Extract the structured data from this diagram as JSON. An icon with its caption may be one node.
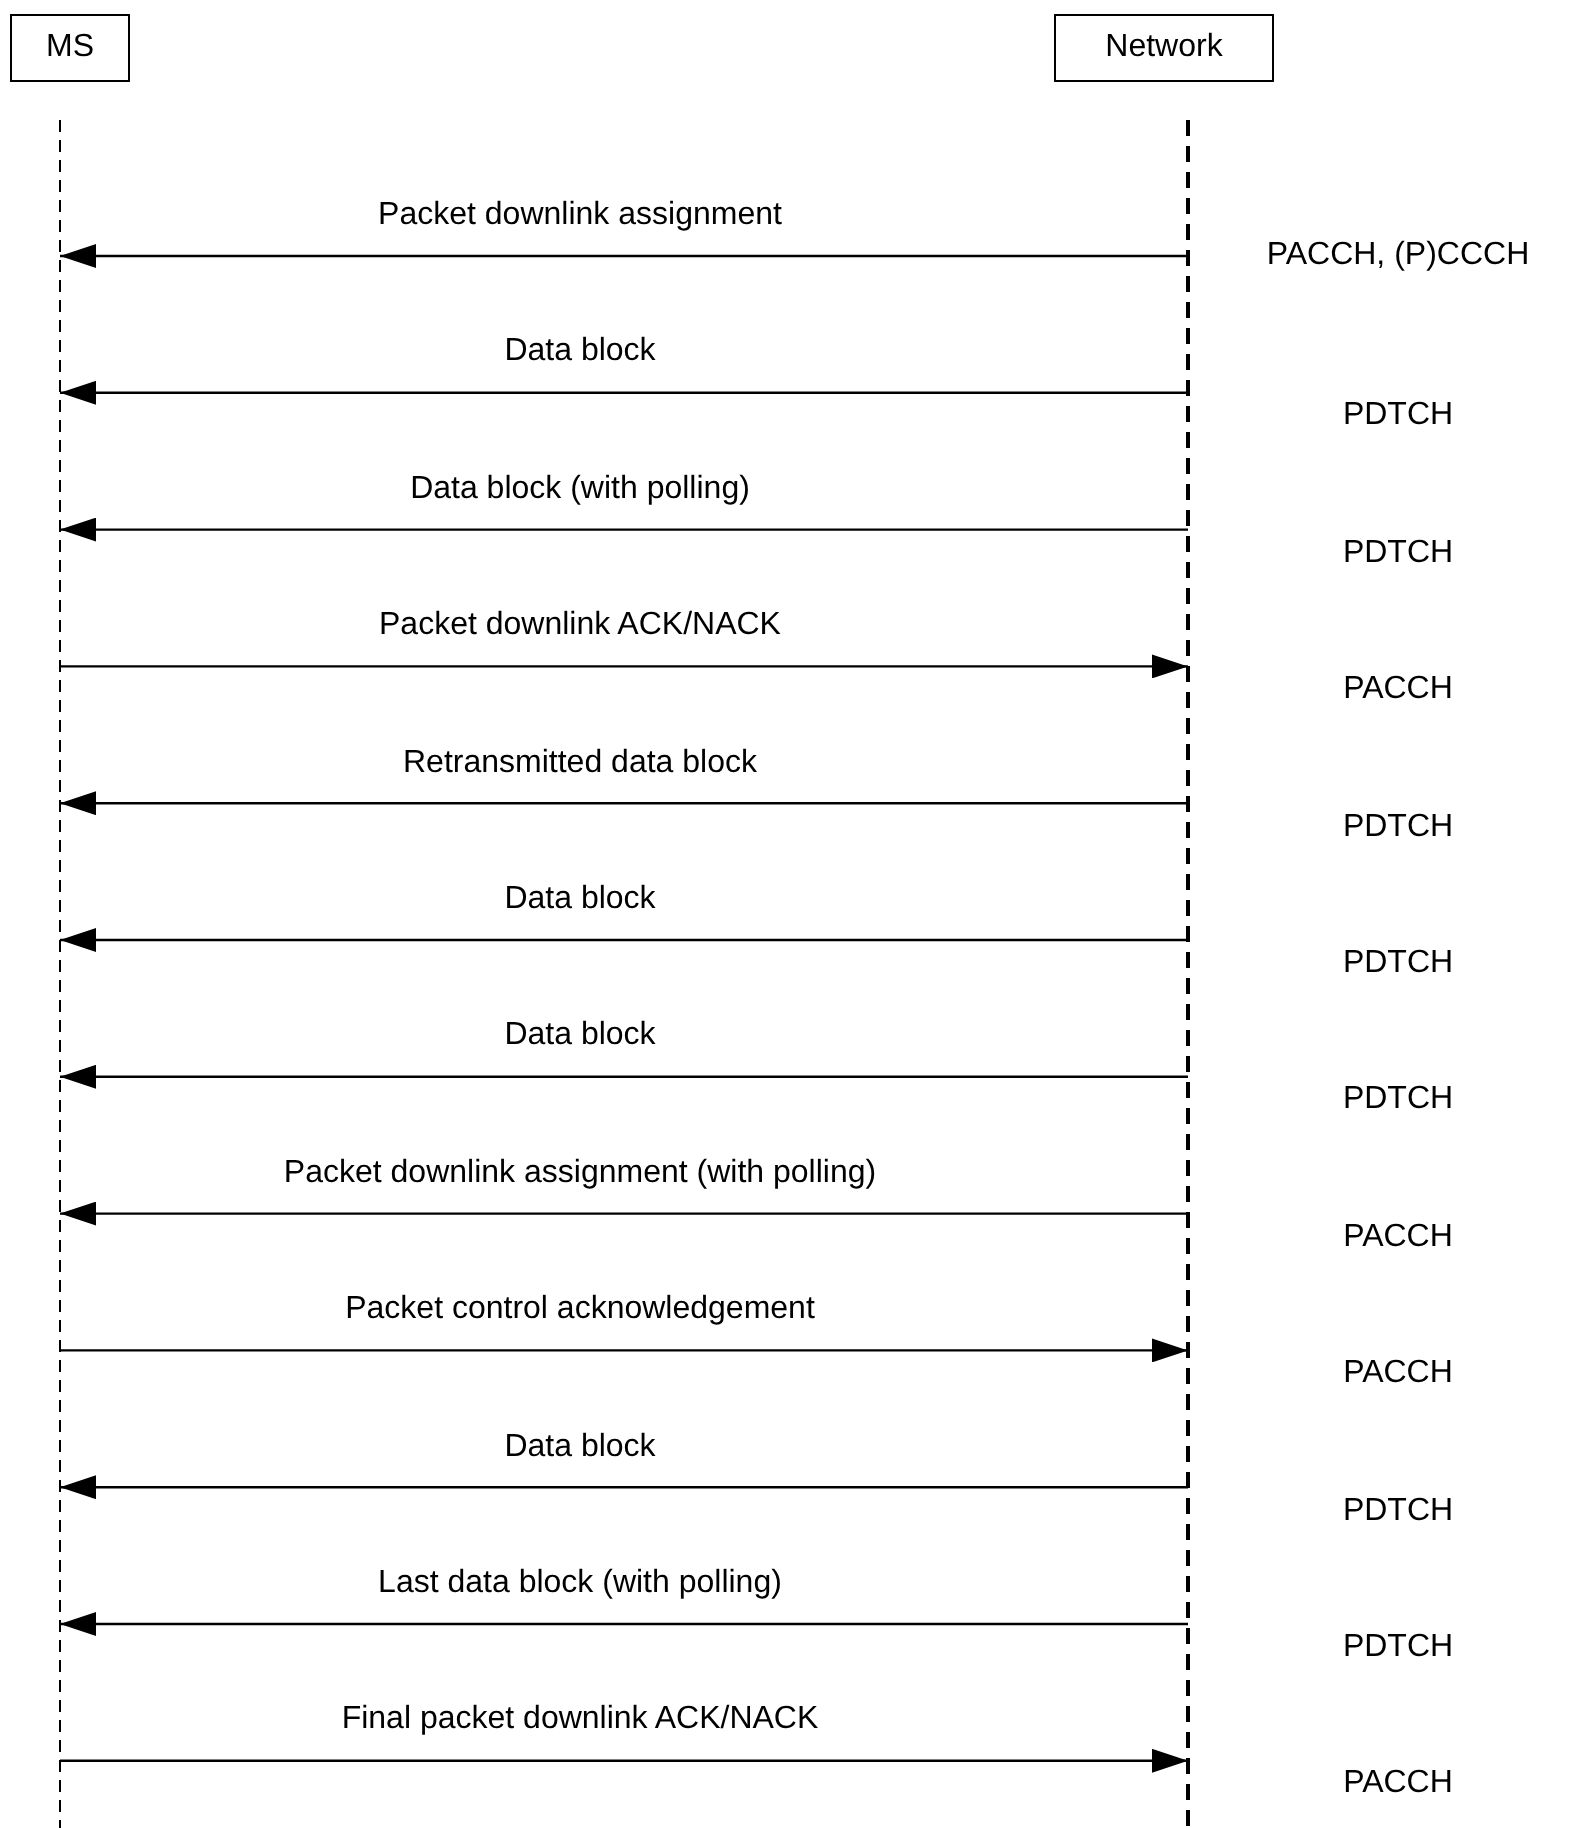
{
  "diagram": {
    "nodes": [
      {
        "text": [
          "MS"
        ]
      },
      {
        "text": [
          "Network"
        ]
      }
    ],
    "edges": [
      {
        "from": 1,
        "to": 0,
        "arrow": "to",
        "label": "Packet downlink assignment"
      },
      {
        "from": 1,
        "to": 0,
        "arrow": "to",
        "label": "Data block"
      },
      {
        "from": 1,
        "to": 0,
        "arrow": "to",
        "label": "Data block (with polling)"
      },
      {
        "from": 0,
        "to": 1,
        "arrow": "to",
        "label": "Packet downlink ACK/NACK"
      },
      {
        "from": 1,
        "to": 0,
        "arrow": "to",
        "label": "Retransmitted data block"
      },
      {
        "from": 1,
        "to": 0,
        "arrow": "to",
        "label": "Data block"
      },
      {
        "from": 1,
        "to": 0,
        "arrow": "to",
        "label": "Data block"
      },
      {
        "from": 1,
        "to": 0,
        "arrow": "to",
        "label": "Packet downlink assignment (with polling)"
      },
      {
        "from": 0,
        "to": 1,
        "arrow": "to",
        "label": "Packet control acknowledgement"
      },
      {
        "from": 1,
        "to": 0,
        "arrow": "to",
        "label": "Data block"
      },
      {
        "from": 1,
        "to": 0,
        "arrow": "to",
        "label": "Last data block (with polling)"
      },
      {
        "from": 0,
        "to": 1,
        "arrow": "to",
        "label": "Final packet downlink ACK/NACK"
      }
    ],
    "labels": [
      "PACCH, (P)CCCH",
      "PDTCH",
      "PDTCH",
      "PACCH",
      "PDTCH",
      "PDTCH",
      "PDTCH",
      "PACCH",
      "PACCH",
      "PDTCH",
      "PDTCH",
      "PACCH"
    ]
  }
}
